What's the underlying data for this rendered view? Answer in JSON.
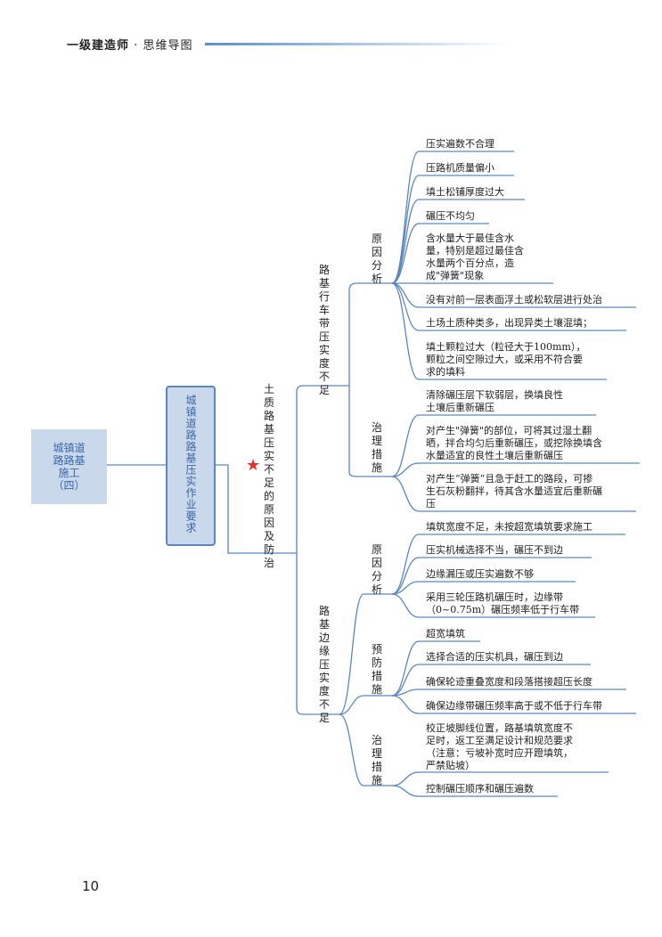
{
  "header": {
    "series": "一级建造师",
    "dot": "·",
    "subtitle": "思维导图"
  },
  "page_number": "10",
  "root": "城镇道\n路路基\n施工\n（四）",
  "level1": "城镇道路路基压实作业要求",
  "level2": "土质路基压实不足的原因及防治",
  "branches": [
    {
      "label": "路基行车带压实度不足",
      "groups": [
        {
          "label": "原因分析",
          "items": [
            "压实遍数不合理",
            "压路机质量偏小",
            "填土松铺厚度过大",
            "碾压不均匀",
            "含水量大于最佳含水\n量，特别是超过最佳含\n水量两个百分点，造\n成\"弹簧\"现象",
            "没有对前一层表面浮土或松软层进行处治",
            "土场土质种类多，出现异类土壤混填；",
            "填土颗粒过大（粒径大于100mm），\n颗粒之间空隙过大，或采用不符合要\n求的填料"
          ]
        },
        {
          "label": "治理措施",
          "items": [
            "清除碾压层下软弱层，换填良性\n土壤后重新碾压",
            "对产生\"弹簧\"的部位，可将其过湿土翻\n晒，拌合均匀后重新碾压，或挖除换填含\n水量适宜的良性土壤后重新碾压",
            "对产生“弹簧”且急于赶工的路段，可掺\n生石灰粉翻拌，待其含水量适宜后重新碾\n压"
          ]
        }
      ]
    },
    {
      "label": "路基边缘压实度不足",
      "groups": [
        {
          "label": "原因分析",
          "items": [
            "填筑宽度不足，未按超宽填筑要求施工",
            "压实机械选择不当，碾压不到边",
            "边缘漏压或压实遍数不够",
            "采用三轮压路机碾压时，边缘带\n（0~0.75m）碾压频率低于行车带"
          ]
        },
        {
          "label": "预防措施",
          "items": [
            "超宽填筑",
            "选择合适的压实机具，碾压到边",
            "确保轮迹重叠宽度和段落搭接超压长度",
            "确保边缘带碾压频率高于或不低于行车带"
          ]
        },
        {
          "label": "治理措施",
          "items": [
            "校正坡脚线位置，路基填筑宽度不\n足时，返工至满足设计和规范要求\n（注意：亏坡补宽时应开蹬填筑，\n严禁贴坡）",
            "控制碾压顺序和碾压遍数"
          ]
        }
      ]
    }
  ],
  "colors": {
    "line": "#5b87bd",
    "node_fill": "#c9d8ea",
    "node_text": "#3a67a8",
    "star": "#e53030"
  }
}
